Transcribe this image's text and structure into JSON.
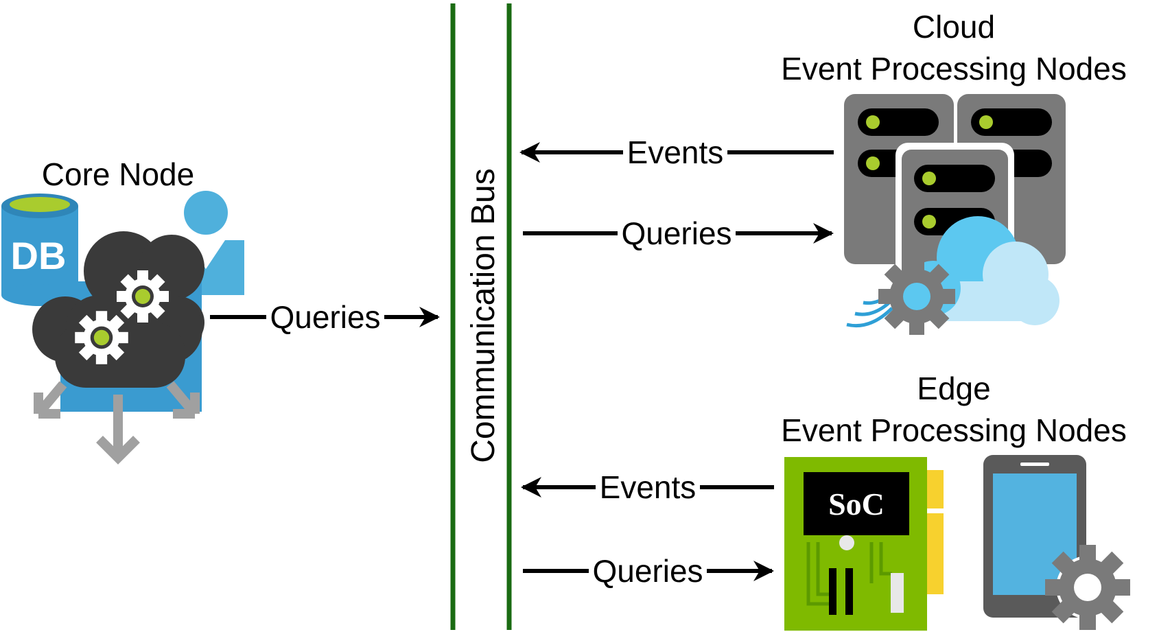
{
  "diagram": {
    "core": {
      "title": "Core Node",
      "db_label": "DB"
    },
    "bus": {
      "label": "Communication Bus"
    },
    "cloud": {
      "title_line1": "Cloud",
      "title_line2": "Event Processing Nodes"
    },
    "edge": {
      "title_line1": "Edge",
      "title_line2": "Event Processing Nodes",
      "soc_label": "SoC"
    },
    "arrows": {
      "core_queries": "Queries",
      "cloud_events": "Events",
      "cloud_queries": "Queries",
      "edge_events": "Events",
      "edge_queries": "Queries"
    }
  }
}
